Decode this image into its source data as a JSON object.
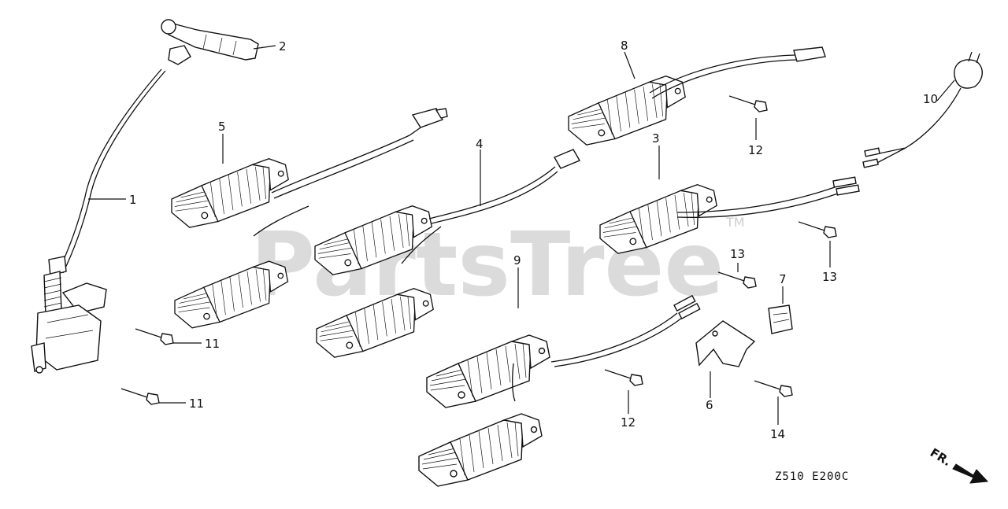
{
  "watermark": {
    "text": "PartsTree",
    "trademark": "TM"
  },
  "callouts": {
    "c1": "1",
    "c2": "2",
    "c3": "3",
    "c4": "4",
    "c5": "5",
    "c6": "6",
    "c7": "7",
    "c8": "8",
    "c9": "9",
    "c10": "10",
    "c11a": "11",
    "c11b": "11",
    "c12a": "12",
    "c12b": "12",
    "c13a": "13",
    "c13b": "13",
    "c14": "14"
  },
  "diagram_code": "Z510  E200C",
  "direction": {
    "label": "FR.",
    "icon": "forward-arrow-icon"
  }
}
